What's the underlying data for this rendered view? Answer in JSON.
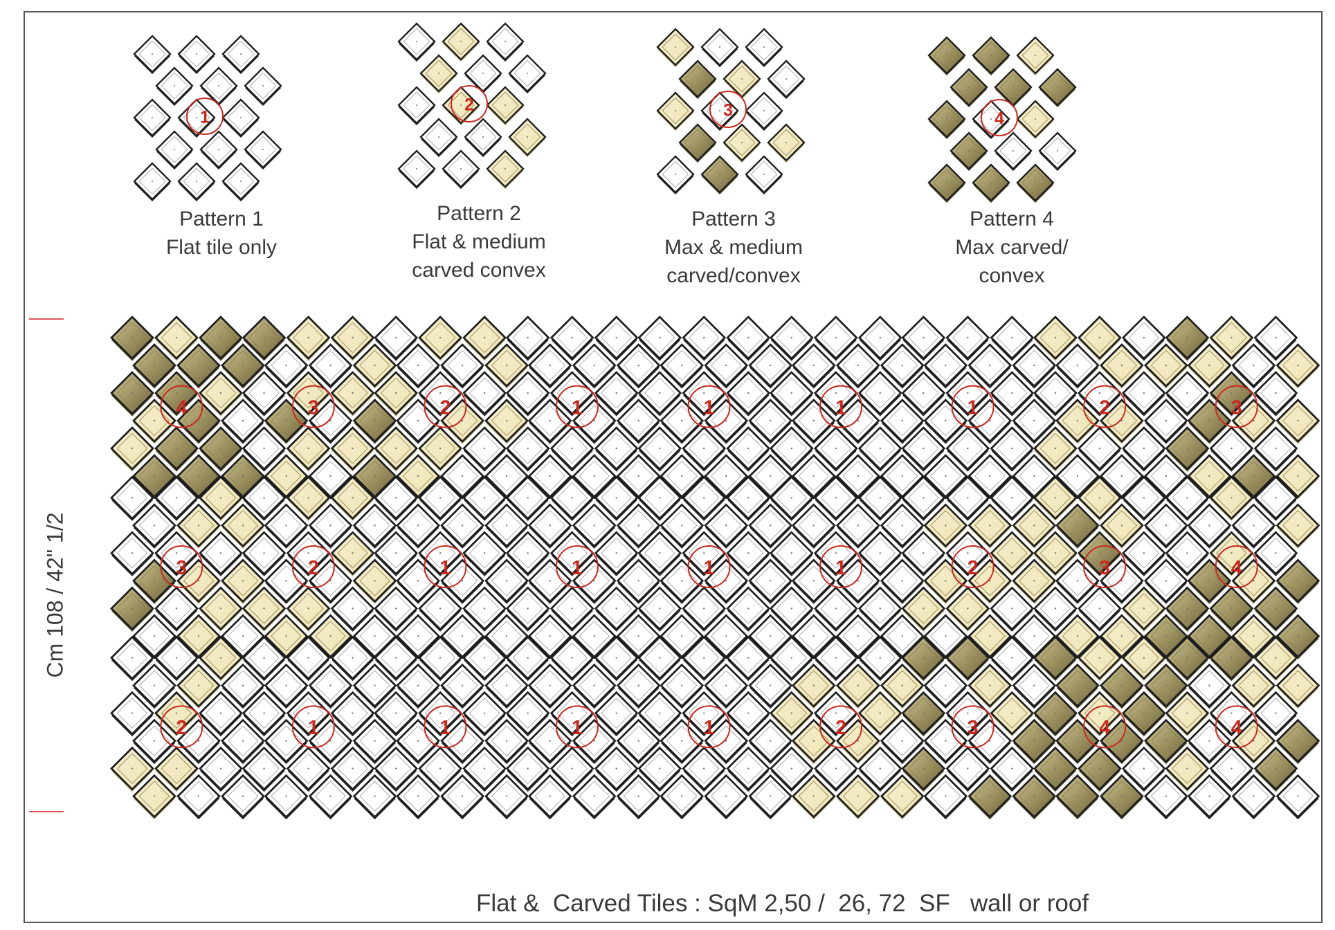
{
  "legend": [
    {
      "pattern": 1,
      "title": "Pattern 1",
      "desc1": "Flat tile only",
      "desc2": ""
    },
    {
      "pattern": 2,
      "title": "Pattern 2",
      "desc1": "Flat & medium",
      "desc2": "carved convex"
    },
    {
      "pattern": 3,
      "title": "Pattern 3",
      "desc1": "Max & medium",
      "desc2": "carved/convex"
    },
    {
      "pattern": 4,
      "title": "Pattern  4",
      "desc1": "Max  carved/",
      "desc2": "convex"
    }
  ],
  "panel": {
    "dimension_label": "Cm 108  /  42\" 1/2",
    "rows": [
      [
        4,
        3,
        2,
        1,
        1,
        1,
        1,
        2,
        3
      ],
      [
        3,
        2,
        1,
        1,
        1,
        1,
        2,
        3,
        4
      ],
      [
        2,
        1,
        1,
        1,
        1,
        2,
        3,
        4,
        4
      ]
    ]
  },
  "caption": "Flat &  Carved Tiles : SqM 2,50 /  26, 72  SF   wall or roof",
  "colors": {
    "tile_outline": "#1e1e1e",
    "tile_face": "#ffffff",
    "carved_light": "#efe4b4",
    "carved_dark": "#9a8f5e",
    "marker": "#c8281e",
    "dimension_tick": "#e05555"
  }
}
